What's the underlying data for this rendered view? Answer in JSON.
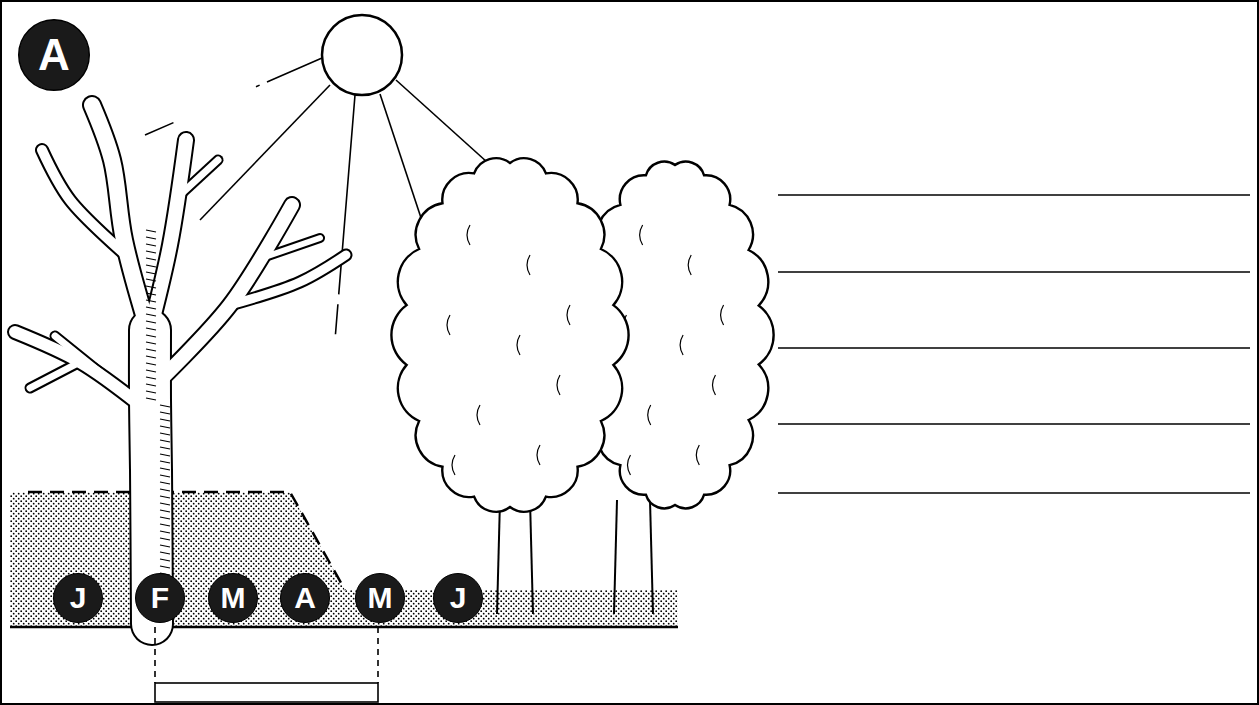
{
  "diagram": {
    "nodes": [
      {
        "text": [
          "A"
        ]
      },
      {
        "text": [
          "J"
        ]
      },
      {
        "text": [
          "F"
        ]
      },
      {
        "text": [
          "M"
        ]
      },
      {
        "text": [
          "A"
        ]
      },
      {
        "text": [
          "M"
        ]
      },
      {
        "text": [
          "J"
        ]
      }
    ]
  }
}
